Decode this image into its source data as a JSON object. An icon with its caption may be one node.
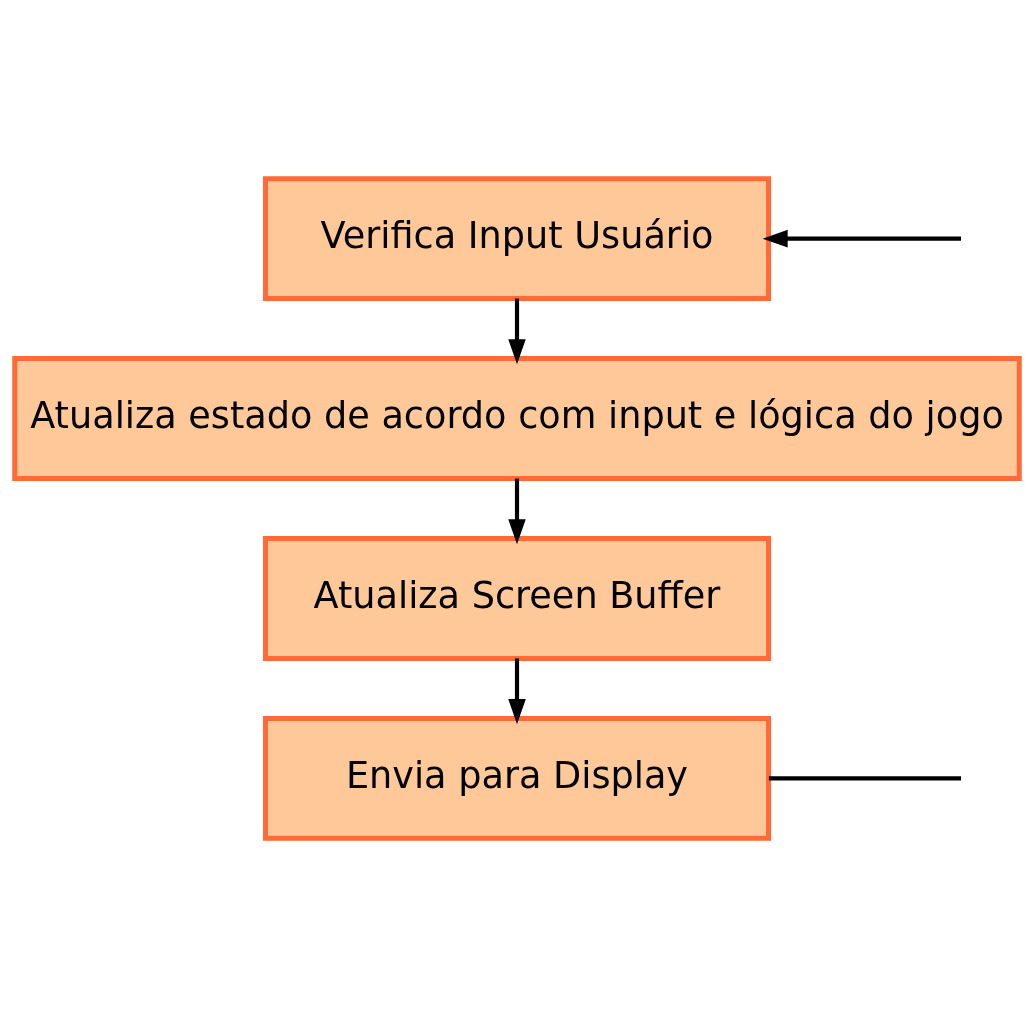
{
  "diagram": {
    "nodes": [
      {
        "text": [
          "Verifica Input Usuário"
        ]
      },
      {
        "text": [
          "Atualiza estado de acordo com input e lógica do jogo"
        ]
      },
      {
        "text": [
          "Atualiza Screen Buffer"
        ]
      },
      {
        "text": [
          "Envia para Display"
        ]
      }
    ],
    "edges": [
      {
        "from": 0,
        "to": 1,
        "arrow": "to"
      },
      {
        "from": 1,
        "to": 2,
        "arrow": "to"
      },
      {
        "from": 2,
        "to": 3,
        "arrow": "to"
      },
      {
        "from": null,
        "to": 0,
        "arrow": "to"
      },
      {
        "from": 3,
        "to": null,
        "arrow": "none"
      }
    ]
  }
}
